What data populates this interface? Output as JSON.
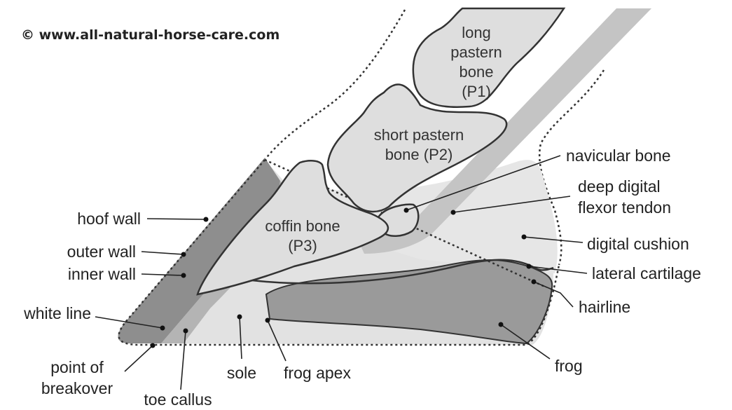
{
  "copyright": "© www.all-natural-horse-care.com",
  "colors": {
    "bone_fill": "#dedede",
    "tissue_fill": "#e6e6e6",
    "tendon_fill": "#c4c4c4",
    "frog_fill": "#9a9a9a",
    "wall_dark": "#8e8e8e",
    "wall_mid": "#b4b4b4",
    "outline": "#333333"
  },
  "bones": {
    "p1": [
      "long",
      "pastern",
      "bone",
      "(P1)"
    ],
    "p2": [
      "short pastern",
      "bone (P2)"
    ],
    "p3": [
      "coffin bone",
      "(P3)"
    ]
  },
  "labels": {
    "navicular_bone": "navicular bone",
    "deep_digital": [
      "deep digital",
      "flexor tendon"
    ],
    "digital_cushion": "digital cushion",
    "lateral_cartilage": "lateral cartilage",
    "hairline": "hairline",
    "frog": "frog",
    "hoof_wall": "hoof wall",
    "outer_wall": "outer wall",
    "inner_wall": "inner wall",
    "white_line": "white line",
    "point_of_breakover": [
      "point of",
      "breakover"
    ],
    "toe_callus": "toe callus",
    "sole": "sole",
    "frog_apex": "frog apex"
  }
}
